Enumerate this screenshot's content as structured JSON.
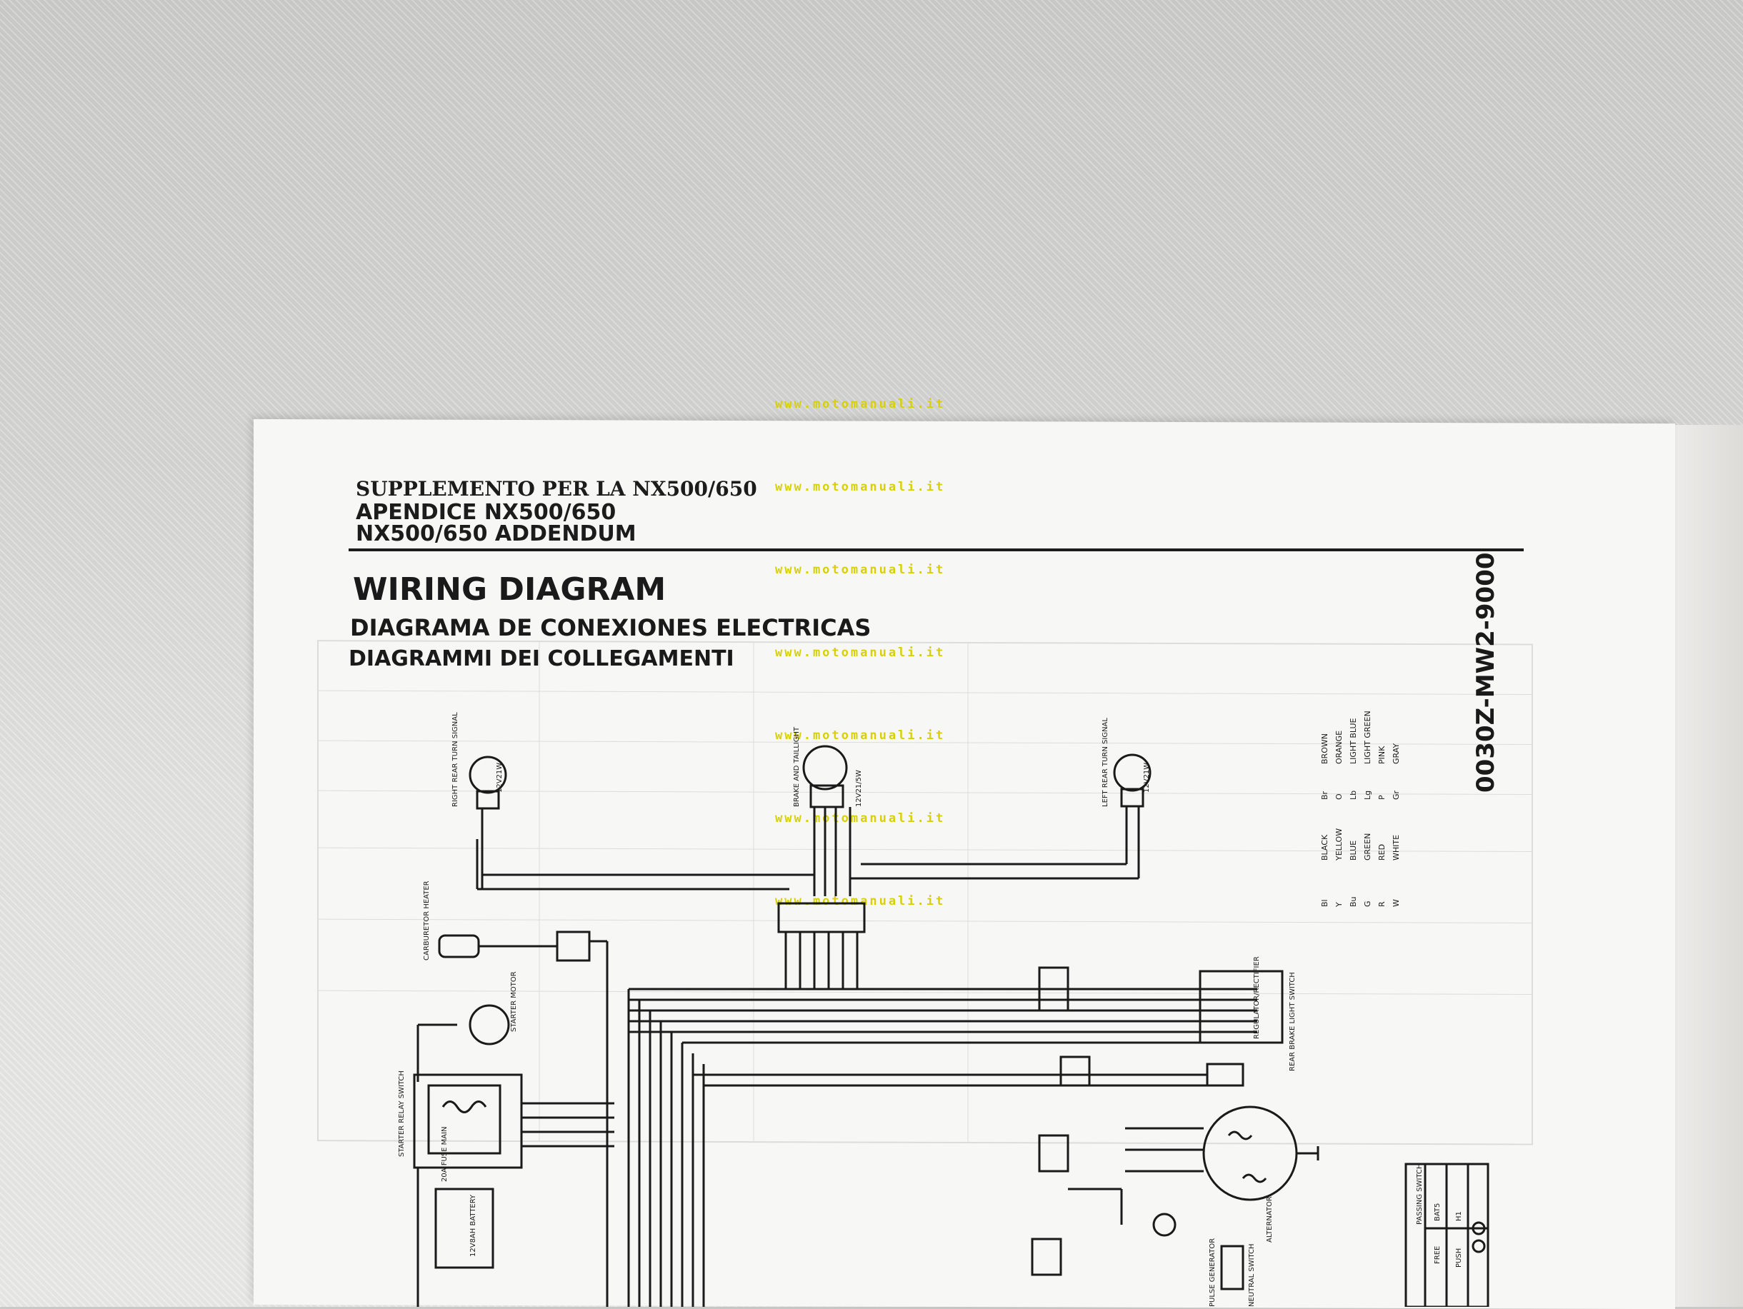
{
  "header": {
    "line1": "SUPPLEMENTO PER LA NX500/650",
    "line2": "APENDICE NX500/650",
    "line3": "NX500/650 ADDENDUM"
  },
  "title": "WIRING DIAGRAM",
  "subtitle_es": "DIAGRAMA DE CONEXIONES ELECTRICAS",
  "subtitle_it": "DIAGRAMMI DEI COLLEGAMENTI",
  "watermark": "www.motomanuali.it",
  "part_number": "0030Z-MW2-9000",
  "color_codes": [
    {
      "code": "Br",
      "name": "BROWN"
    },
    {
      "code": "O",
      "name": "ORANGE"
    },
    {
      "code": "Lb",
      "name": "LIGHT BLUE"
    },
    {
      "code": "Lg",
      "name": "LIGHT GREEN"
    },
    {
      "code": "P",
      "name": "PINK"
    },
    {
      "code": "Gr",
      "name": "GRAY"
    },
    {
      "code": "Bl",
      "name": "BLACK"
    },
    {
      "code": "Y",
      "name": "YELLOW"
    },
    {
      "code": "Bu",
      "name": "BLUE"
    },
    {
      "code": "G",
      "name": "GREEN"
    },
    {
      "code": "R",
      "name": "RED"
    },
    {
      "code": "W",
      "name": "WHITE"
    }
  ],
  "components": {
    "right_turn": "RIGHT REAR TURN SIGNAL",
    "right_turn_rating": "12V21W",
    "taillight": "BRAKE AND TAILLIGHT",
    "taillight_rating": "12V21/5W",
    "left_turn": "LEFT REAR TURN SIGNAL",
    "left_turn_rating": "12V21W",
    "carb_heater": "CARBURETOR HEATER",
    "starter_motor": "STARTER MOTOR",
    "starter_relay": "STARTER RELAY SWITCH",
    "fuse": "20A FUSE MAIN",
    "battery": "12V8AH BATTERY",
    "regulator": "REGULATOR/RECTIFIER",
    "rear_brake_switch": "REAR BRAKE LIGHT SWITCH",
    "alternator": "ALTERNATOR",
    "pulse_generator": "PULSE GENERATOR",
    "neutral_switch": "NEUTRAL SWITCH",
    "passing_switch": "PASSING SWITCH",
    "passing_cols": [
      "BAT5",
      "H1"
    ],
    "passing_rows": [
      "FREE",
      "PUSH"
    ]
  }
}
